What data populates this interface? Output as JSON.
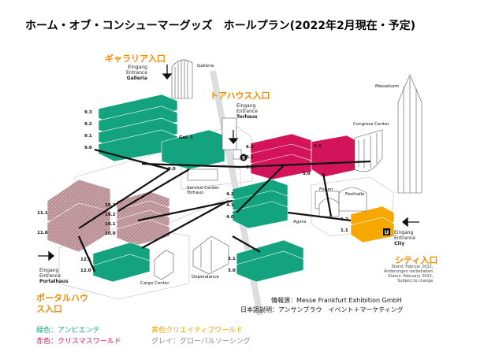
{
  "title": "ホーム・オブ・コンシューマーグッズ　ホールプラン(2022年2月現在・予定)",
  "entrances": {
    "galleria_jp": "ギャラリア入口",
    "galleria_en": [
      "Eingang",
      "Entrance",
      "Galleria"
    ],
    "torhaus_jp": "トアハウス入口",
    "torhaus_en": [
      "Eingang",
      "Entrance",
      "Torhaus"
    ],
    "portalhaus_jp": "ポータルハウス入口",
    "portalhaus_en": [
      "Eingang",
      "Entrance",
      "Portalhaus"
    ],
    "city_jp": "シティ入口",
    "city_en": [
      "Eingang",
      "Entrance",
      "City"
    ]
  },
  "buildings": {
    "galleria": "Galleria",
    "messeturm": "Messeturm",
    "congress": "Congress Center",
    "service_center": [
      "Service-Center",
      "Torhaus"
    ],
    "cargo": "Cargo Center",
    "dependance": "Dependance",
    "agora": "Agora",
    "forum": "Forum",
    "festhalle": "Festhalle"
  },
  "halls": {
    "h9": [
      "9.3",
      "9.2",
      "9.1",
      "9.0"
    ],
    "h8": "8.0",
    "gal1": "Gal. 1",
    "h6": [
      "6.2",
      "6.1",
      "6.0"
    ],
    "h5": [
      "5.1",
      "5.0"
    ],
    "h4": [
      "4.2",
      "4.1",
      "4.0"
    ],
    "h3": [
      "3.1",
      "3.0"
    ],
    "h11": [
      "11.1",
      "11.0"
    ],
    "h10": [
      "10.3",
      "10.2",
      "10.1",
      "10.0"
    ],
    "h12": [
      "12.1",
      "12.0"
    ],
    "h1": [
      "1.2",
      "1.1"
    ]
  },
  "stand_note": [
    "Stand: Februar 2022,",
    "Änderungen vorbehalten",
    "Status: February 2022,",
    "Subject to change"
  ],
  "source": "情報源：Messe Frankfurt Exhibition GmbH",
  "source2": "日本語説明：アンサンブラウ　イベント＋マーケティング",
  "legend": {
    "green": "緑色：アンビエンテ",
    "red": "赤色：クリスマスワールド",
    "yellow": "黄色クリエイティブワールド",
    "gray": "グレイ：グローバルソーシング"
  },
  "colors": {
    "green": "#13a37f",
    "red": "#d4145a",
    "yellow": "#f7a800",
    "gray_hatch": "#b88a90",
    "entrance_orange": "#f08c00",
    "legend_green": "#13a37f",
    "legend_red": "#d4145a",
    "legend_yellow": "#e6a800",
    "legend_gray": "#888888"
  }
}
